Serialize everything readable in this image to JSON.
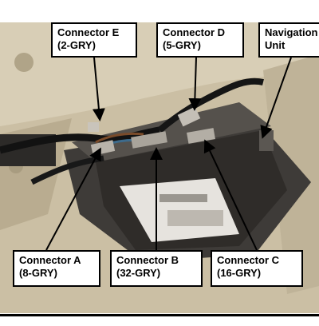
{
  "callouts": {
    "connector_e": {
      "line1": "Connector E",
      "line2": "(2-GRY)"
    },
    "connector_d": {
      "line1": "Connector D",
      "line2": "(5-GRY)"
    },
    "navigation_unit": {
      "line1": "Navigation",
      "line2": "Unit"
    },
    "connector_a": {
      "line1": "Connector A",
      "line2": "(8-GRY)"
    },
    "connector_b": {
      "line1": "Connector B",
      "line2": "(32-GRY)"
    },
    "connector_c": {
      "line1": "Connector C",
      "line2": "(16-GRY)"
    }
  },
  "colors": {
    "cabin_beige": "#cfc3a8",
    "unit_dark": "#3a3632",
    "bracket_metal": "#4a4744",
    "label_panel": "#e8e6e2",
    "wire_black": "#151515",
    "connector_gray": "#b8b3aa"
  }
}
